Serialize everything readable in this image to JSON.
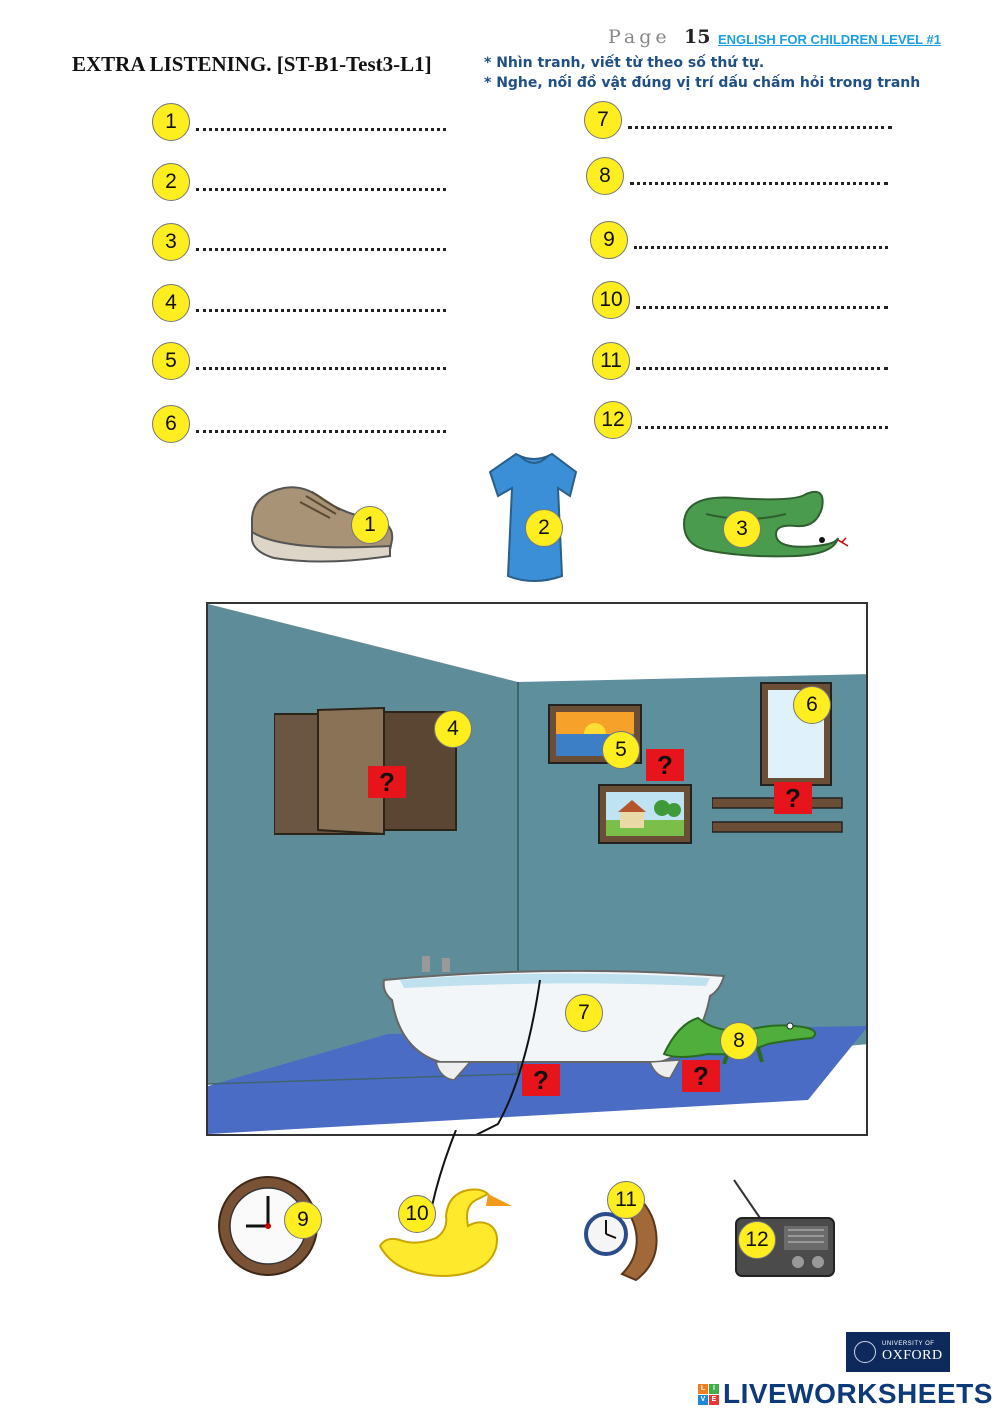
{
  "header": {
    "page_label": "Page",
    "page_number": "15",
    "series": "ENGLISH FOR CHILDREN LEVEL #1",
    "title": "EXTRA LISTENING. [ST-B1-Test3-L1]",
    "instruction_1": "* Nhìn tranh, viết từ theo số thứ tự.",
    "instruction_2": "* Nghe, nối đồ vật đúng vị trí dấu chấm hỏi trong tranh"
  },
  "answer_lines": {
    "left": [
      {
        "number": "1",
        "value": ""
      },
      {
        "number": "2",
        "value": ""
      },
      {
        "number": "3",
        "value": ""
      },
      {
        "number": "4",
        "value": ""
      },
      {
        "number": "5",
        "value": ""
      },
      {
        "number": "6",
        "value": ""
      }
    ],
    "right": [
      {
        "number": "7",
        "value": ""
      },
      {
        "number": "8",
        "value": ""
      },
      {
        "number": "9",
        "value": ""
      },
      {
        "number": "10",
        "value": ""
      },
      {
        "number": "11",
        "value": ""
      },
      {
        "number": "12",
        "value": ""
      }
    ]
  },
  "objects": {
    "shoe": "1",
    "tshirt": "2",
    "snake": "3",
    "cupboard": "4",
    "picture": "5",
    "mirror": "6",
    "bath": "7",
    "crocodile": "8",
    "clock": "9",
    "duck": "10",
    "watch": "11",
    "radio": "12"
  },
  "question_mark": "?",
  "footer": {
    "oxford_small": "UNIVERSITY OF",
    "oxford_big": "OXFORD",
    "lw_letters": [
      "L",
      "I",
      "V",
      "E"
    ],
    "lw_text": "LIVEWORKSHEETS"
  },
  "colors": {
    "badge": "#ffee1f",
    "question_box": "#e8141c",
    "wall": "#5f8c99",
    "floor": "#4a6cc4",
    "instruction": "#1e4f86",
    "series_link": "#1aa0e0"
  }
}
